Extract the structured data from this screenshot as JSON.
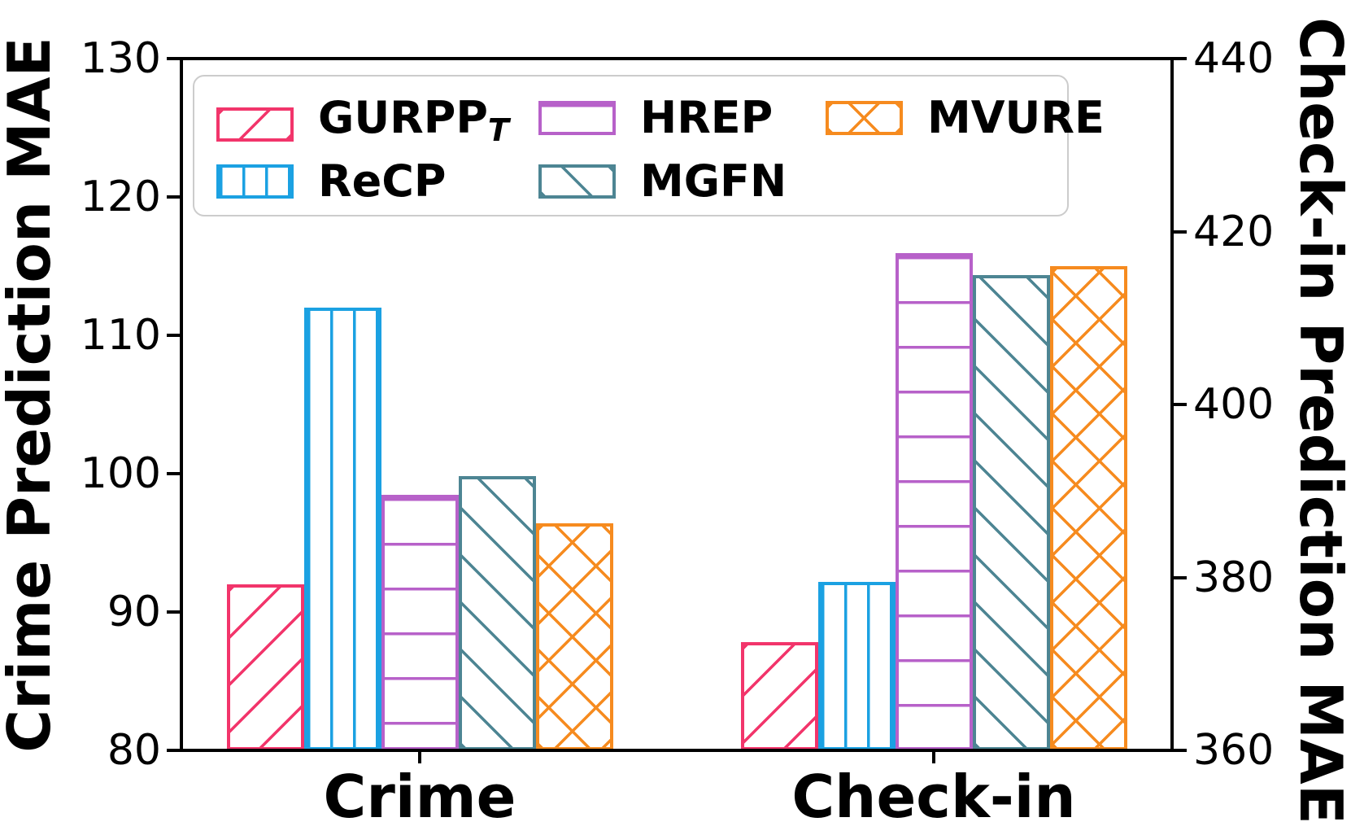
{
  "chart_data": {
    "type": "bar",
    "categories": [
      "Crime",
      "Check-in"
    ],
    "series": [
      {
        "name": "GURPP_T",
        "label": "GURPP",
        "subscript": "T",
        "color": "#F2356B",
        "hatch": "/",
        "values": [
          92.0,
          372.5
        ]
      },
      {
        "name": "ReCP",
        "label": "ReCP",
        "subscript": "",
        "color": "#1BA1E2",
        "hatch": "|",
        "values": [
          112.0,
          379.5
        ]
      },
      {
        "name": "HREP",
        "label": "HREP",
        "subscript": "",
        "color": "#B761C9",
        "hatch": "-",
        "values": [
          98.5,
          417.5
        ]
      },
      {
        "name": "MGFN",
        "label": "MGFN",
        "subscript": "",
        "color": "#4D8593",
        "hatch": "\\",
        "values": [
          99.8,
          415.0
        ]
      },
      {
        "name": "MVURE",
        "label": "MVURE",
        "subscript": "",
        "color": "#F68B1F",
        "hatch": "x",
        "values": [
          96.4,
          416.0
        ]
      }
    ],
    "left_axis": {
      "label": "Crime Prediction MAE",
      "min": 80,
      "max": 130,
      "ticks": [
        80,
        90,
        100,
        110,
        120,
        130
      ],
      "applies_to_category": "Crime"
    },
    "right_axis": {
      "label": "Check-in Prediction MAE",
      "min": 360,
      "max": 440,
      "ticks": [
        360,
        380,
        400,
        420,
        440
      ],
      "applies_to_category": "Check-in"
    },
    "title": "",
    "grid": false,
    "legend_position": "upper left",
    "bar_fill": "#ffffff",
    "spine_color": "#000000"
  }
}
